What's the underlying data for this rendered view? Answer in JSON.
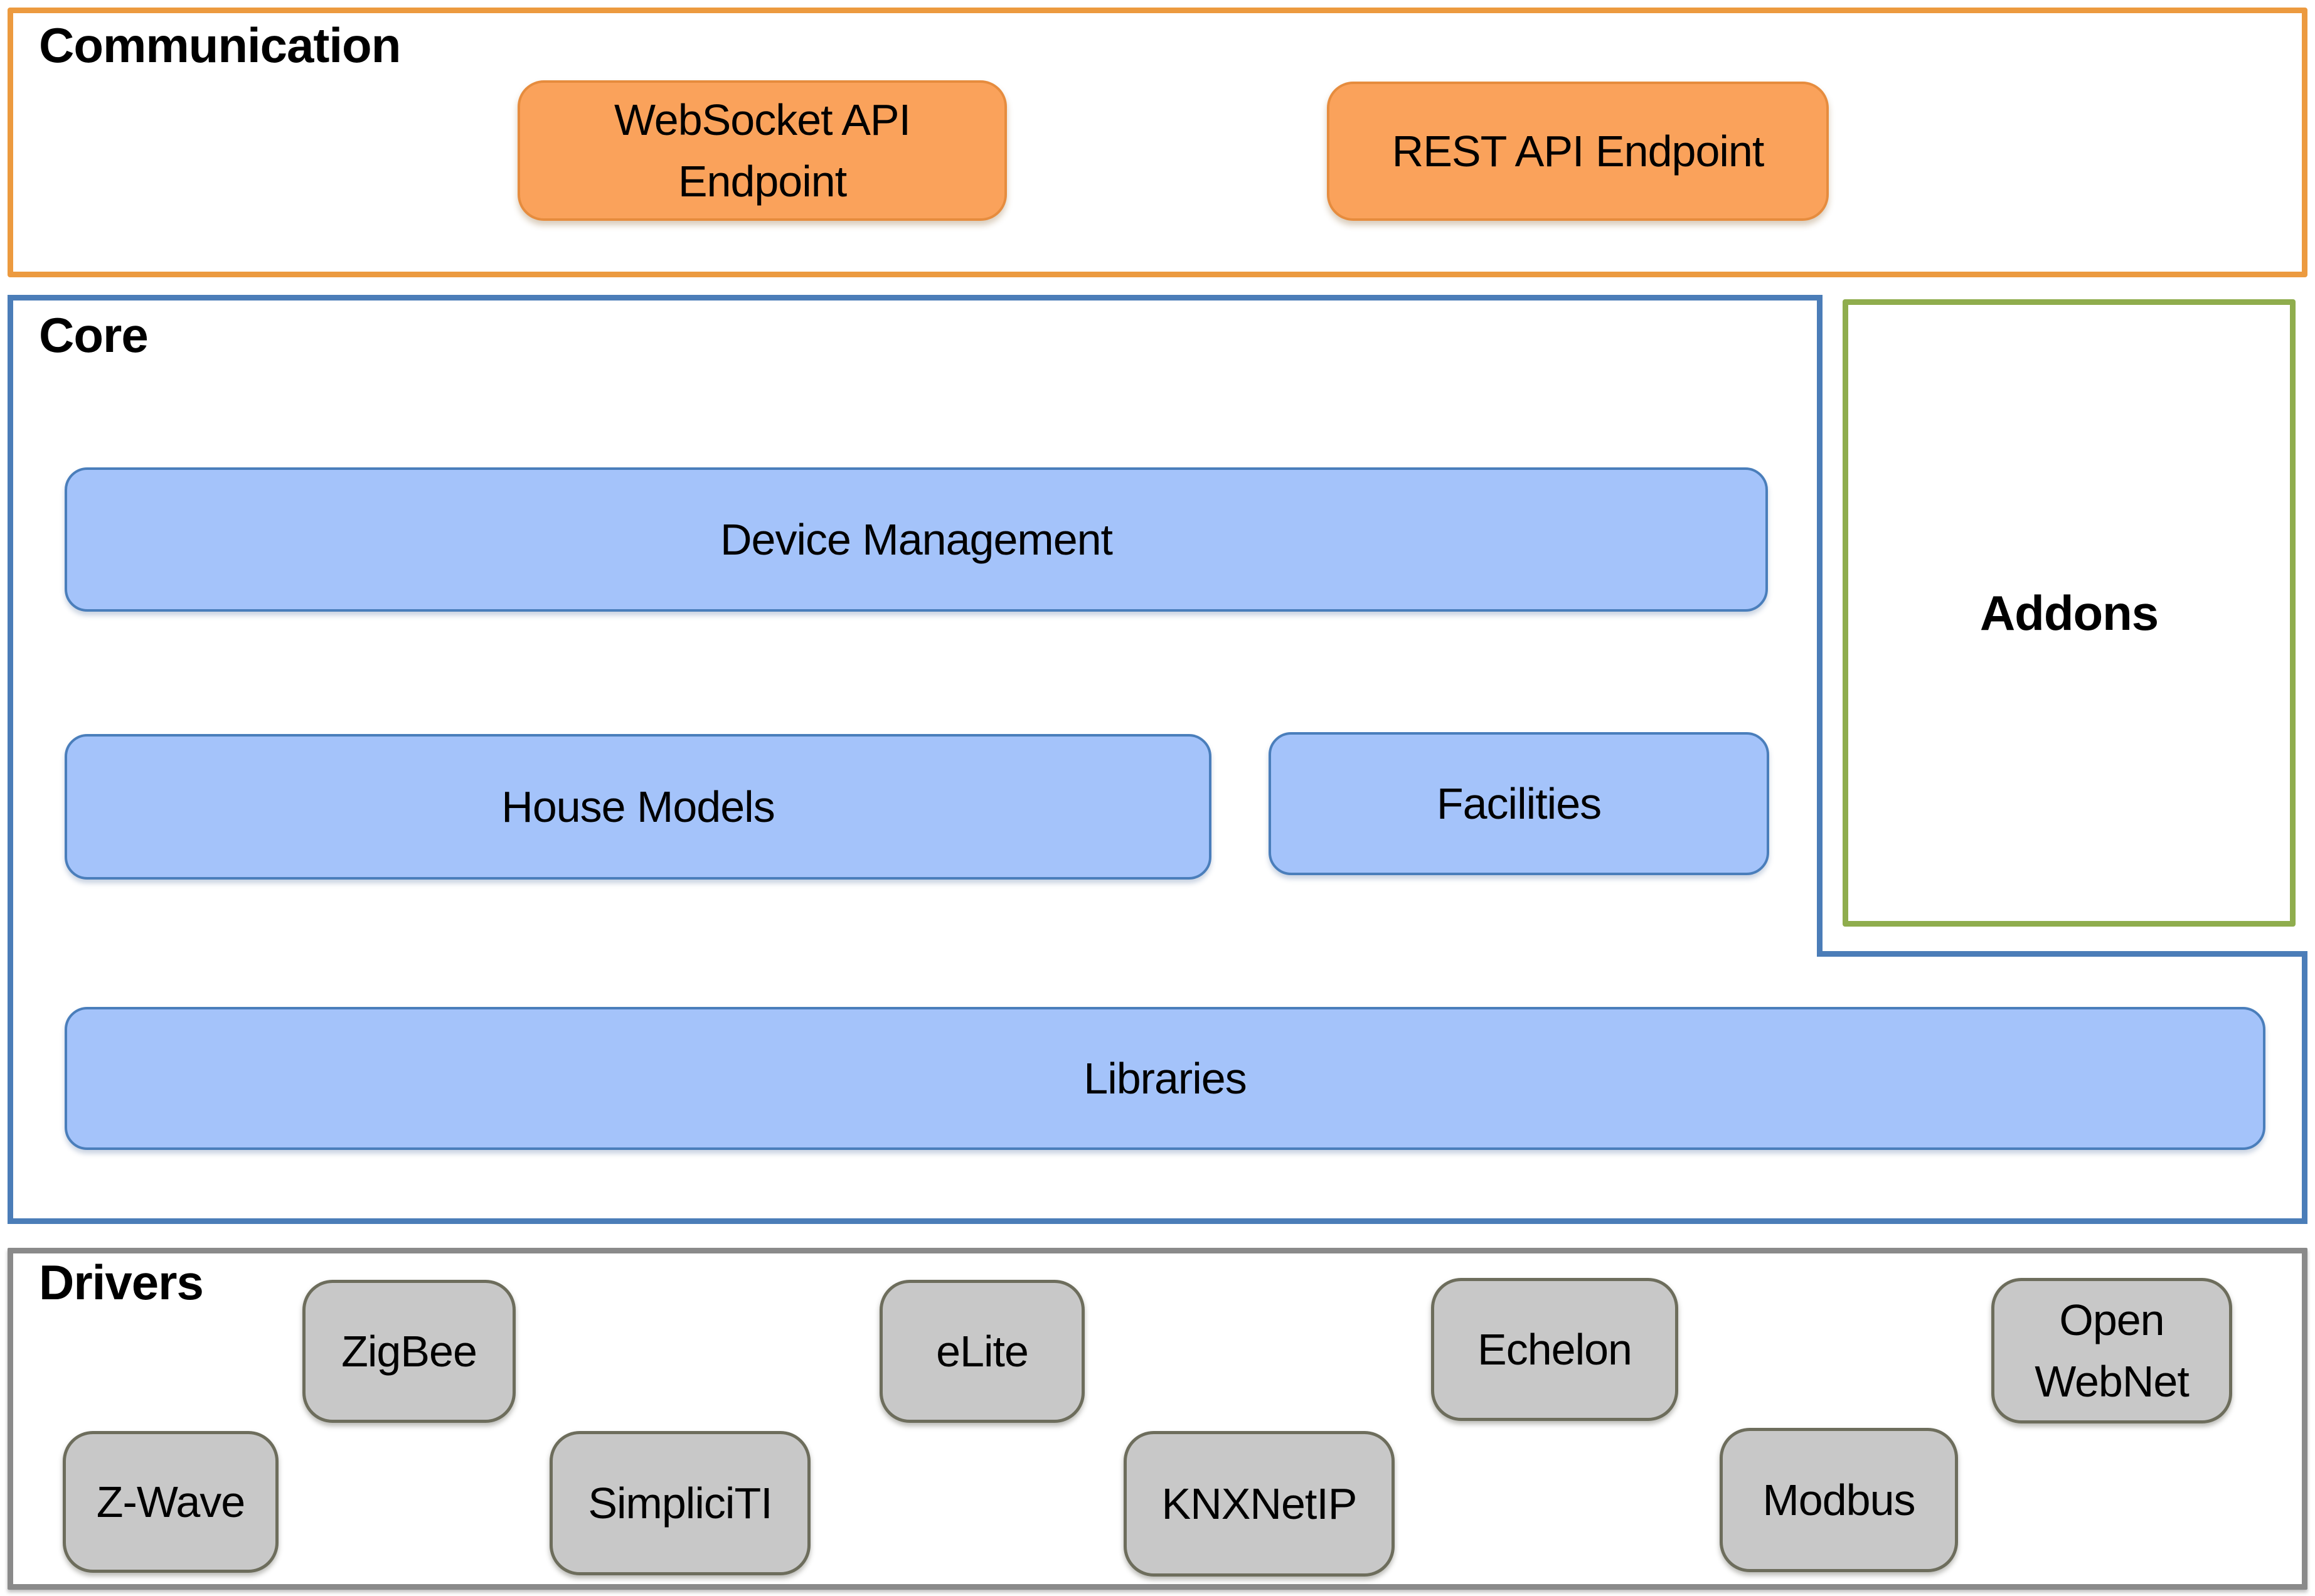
{
  "diagram": {
    "communication": {
      "title": "Communication",
      "websocket_label": "WebSocket API Endpoint",
      "rest_label": "REST API Endpoint"
    },
    "core": {
      "title": "Core",
      "device_management_label": "Device Management",
      "house_models_label": "House Models",
      "facilities_label": "Facilities",
      "libraries_label": "Libraries"
    },
    "addons": {
      "title": "Addons"
    },
    "drivers": {
      "title": "Drivers",
      "items": [
        {
          "label": "ZigBee"
        },
        {
          "label": "eLite"
        },
        {
          "label": "Echelon"
        },
        {
          "label": "Open WebNet"
        },
        {
          "label": "Z-Wave"
        },
        {
          "label": "SimpliciTI"
        },
        {
          "label": "KNXNetIP"
        },
        {
          "label": "Modbus"
        }
      ]
    }
  },
  "colors": {
    "comm_border": "#EC9A3F",
    "endpoint_fill": "#FAA25B",
    "endpoint_border": "#E68C3E",
    "core_border": "#4B7DB8",
    "core_box_fill": "#A4C3FA",
    "core_box_border": "#4A7EBB",
    "addons_border": "#8FAD4D",
    "drivers_border": "#8A8A8A",
    "driver_fill": "#C8C8C8",
    "driver_border": "#6D6D5C",
    "text": "#000000"
  }
}
